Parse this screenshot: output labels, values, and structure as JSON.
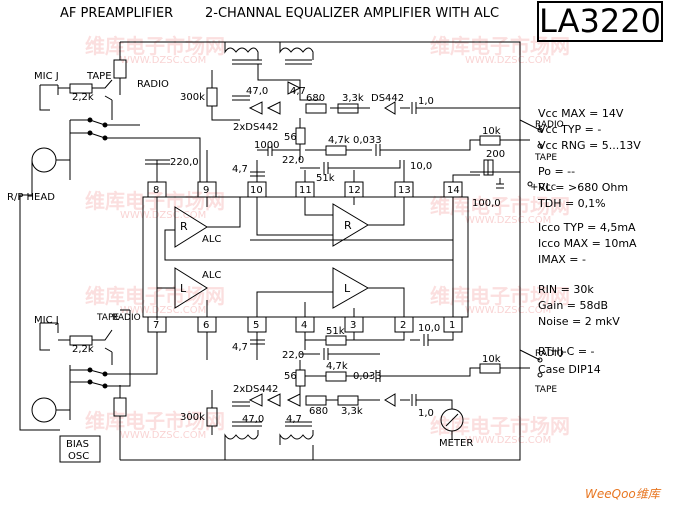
{
  "header": {
    "left_title": "AF PREAMPLIFIER",
    "center_title": "2-CHANNAL EQUALIZER AMPLIFIER WITH ALC",
    "part_number": "LA3220"
  },
  "specs": [
    "Vcc MAX = 14V",
    "Vcc TYP =  -",
    "Vcc RNG = 5...13V",
    "Po = --",
    "RL = >680 Ohm",
    "TDH = 0,1%",
    "Icco TYP = 4,5mA",
    "Icco MAX = 10mA",
    "IMAX =  -",
    "RIN = 30k",
    "Gain = 58dB",
    "Noise = 2 mkV",
    "RTHJ-C = -",
    "Case  DIP14"
  ],
  "labels": {
    "mic_top": "MIC J",
    "tape_top": "TAPE",
    "radio_top": "RADIO",
    "rp_head": "R/P HEAD",
    "mic_bot": "MIC J",
    "tape_bot": "TAPE",
    "radio_bot": "RADIO",
    "bias": "BIAS",
    "osc": "OSC",
    "meter": "METER",
    "vcc": "+Vcc",
    "radio_rt": "RADIO",
    "tape_rt": "TAPE",
    "radio_rb": "RADIO",
    "tape_rb": "TAPE",
    "alc_r": "ALC",
    "alc_l": "ALC",
    "amp_r_small": "R",
    "amp_r_big": "R",
    "amp_l_small": "L",
    "amp_l_big": "L"
  },
  "components": {
    "r_22k_top": "2,2k",
    "r_300k_top": "300k",
    "c_47_top": "47,0",
    "c_47b_top": "4,7",
    "d_2xds442_top": "2xDS442",
    "r_680_top": "680",
    "r_33k_top": "3,3k",
    "d_ds442_top": "DS442",
    "c_10_top": "1,0",
    "c_1000_top": "1000",
    "r_56_top": "56",
    "r_47k_top": "4,7k",
    "c_0033_top": "0,033",
    "c_220_top": "22,0",
    "c_47c_top": "4,7",
    "r_51k_top": "51k",
    "c_100_top": "10,0",
    "r_10k_top": "10k",
    "c_2200": "220,0",
    "r_200": "200",
    "c_1000v": "100,0",
    "r_22k_bot": "2,2k",
    "c_47_bot": "4,7",
    "c_220_bot": "22,0",
    "r_56_bot": "56",
    "r_47k_bot": "4,7k",
    "c_0033_bot": "0,033",
    "r_51k_bot": "51k",
    "c_100_bot": "10,0",
    "r_10k_bot": "10k",
    "d_2xds442_bot": "2xDS442",
    "r_300k_bot": "300k",
    "c_47_bot2": "47,0",
    "c_47b_bot": "4,7",
    "r_680_bot": "680",
    "r_33k_bot": "3,3k",
    "c_10_bot": "1,0"
  },
  "pins": [
    "8",
    "9",
    "10",
    "11",
    "12",
    "13",
    "14",
    "7",
    "6",
    "5",
    "4",
    "3",
    "2",
    "1"
  ],
  "watermarks": [
    "维库电子市场网",
    "WWW.DZSC.COM"
  ],
  "logo": "WeeQoo维库"
}
